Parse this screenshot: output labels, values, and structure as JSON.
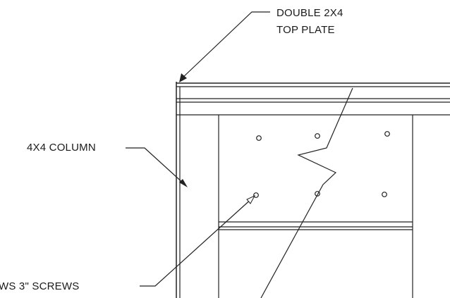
{
  "labels": {
    "top_plate_line1": "DOUBLE 2X4",
    "top_plate_line2": "TOP PLATE",
    "column": "4X4 COLUMN",
    "screws": "WS  3\" SCREWS"
  }
}
